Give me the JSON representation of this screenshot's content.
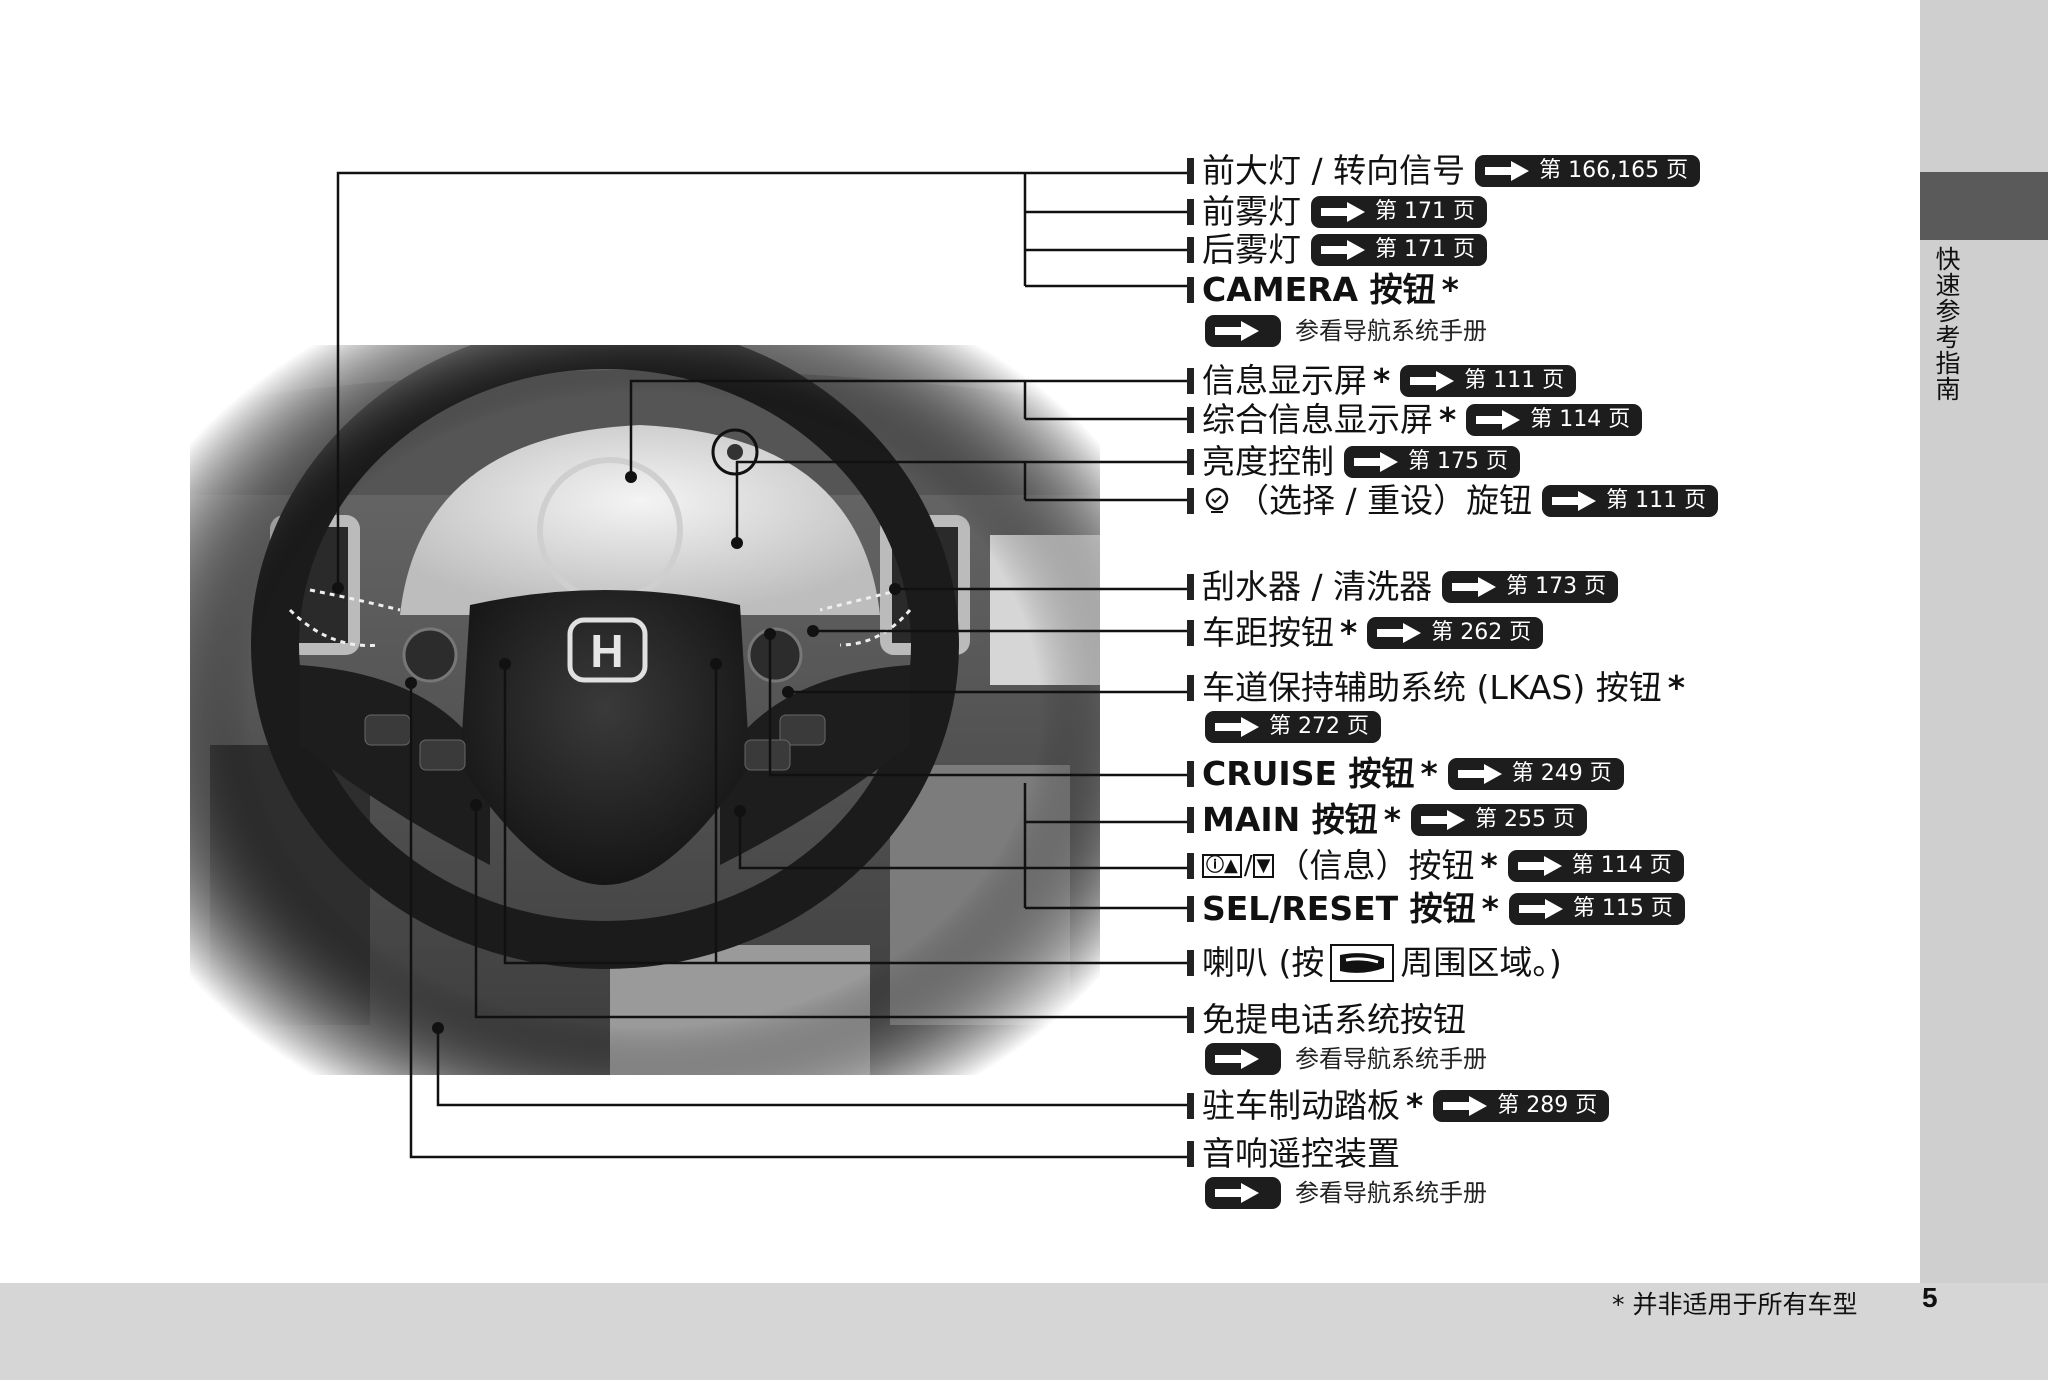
{
  "side_tab": {
    "label": "快速参考指南"
  },
  "footer": {
    "footnote": "* 并非适用于所有车型",
    "page_number": "5"
  },
  "image": {
    "description_icon": "steering-wheel-photo",
    "logo_text": "H"
  },
  "callouts": [
    {
      "id": "headlights",
      "text": "前大灯 / 转向信号",
      "ref": "第 166,165 页"
    },
    {
      "id": "front-fog",
      "text": "前雾灯",
      "ref": "第 171 页"
    },
    {
      "id": "rear-fog",
      "text": "后雾灯",
      "ref": "第 171 页"
    },
    {
      "id": "camera",
      "text": "CAMERA 按钮",
      "star": "*",
      "sub": "参看导航系统手册"
    },
    {
      "id": "info-display",
      "text": "信息显示屏",
      "star": "*",
      "ref": "第 111 页"
    },
    {
      "id": "multi-info-display",
      "text": "综合信息显示屏",
      "star": "*",
      "ref": "第 114 页"
    },
    {
      "id": "brightness",
      "text": "亮度控制",
      "ref": "第 175 页"
    },
    {
      "id": "select-reset-knob",
      "text": "（选择 / 重设）旋钮",
      "ref": "第 111 页"
    },
    {
      "id": "wipers",
      "text": "刮水器 / 清洗器",
      "ref": "第 173 页"
    },
    {
      "id": "distance",
      "text": "车距按钮",
      "star": "*",
      "ref": "第 262 页"
    },
    {
      "id": "lkas",
      "text": "车道保持辅助系统 (LKAS) 按钮",
      "star": "*",
      "ref": "第 272 页"
    },
    {
      "id": "cruise",
      "text": "CRUISE 按钮",
      "star": "*",
      "ref": "第 249 页"
    },
    {
      "id": "main",
      "text": "MAIN 按钮",
      "star": "*",
      "ref": "第 255 页"
    },
    {
      "id": "info-buttons",
      "text": "（信息）按钮",
      "star": "*",
      "ref": "第 114 页"
    },
    {
      "id": "sel-reset",
      "text": "SEL/RESET 按钮",
      "star": "*",
      "ref": "第 115 页"
    },
    {
      "id": "horn",
      "text_before": "喇叭 (按",
      "text_after": "周围区域。)"
    },
    {
      "id": "handsfree",
      "text": "免提电话系统按钮",
      "sub": "参看导航系统手册"
    },
    {
      "id": "parking-brake",
      "text": "驻车制动踏板",
      "star": "*",
      "ref": "第 289 页"
    },
    {
      "id": "audio-remote",
      "text": "音响遥控装置",
      "sub": "参看导航系统手册"
    }
  ]
}
